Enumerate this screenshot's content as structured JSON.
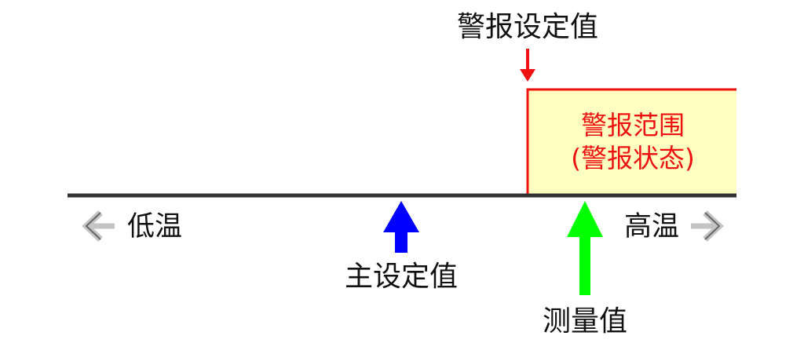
{
  "labels": {
    "alarm_setpoint": "警报设定值",
    "alarm_range_line1": "警报范围",
    "alarm_range_line2": "(警报状态)",
    "low_temp": "低温",
    "high_temp": "高温",
    "main_setpoint": "主设定值",
    "measured_value": "测量值"
  },
  "colors": {
    "alarm_red": "#ee1111",
    "alarm_fill": "#ffffc0",
    "main_setpoint_blue": "#0000ff",
    "measured_green": "#00ff00",
    "axis": "#333333",
    "direction_arrow": "#c4c4c4",
    "text": "#111111"
  },
  "icons": {
    "low_direction": "left-arrow-icon",
    "high_direction": "right-arrow-icon",
    "alarm_marker": "down-arrow-icon",
    "main_setpoint_marker": "up-arrow-icon",
    "measured_marker": "up-arrow-icon"
  }
}
